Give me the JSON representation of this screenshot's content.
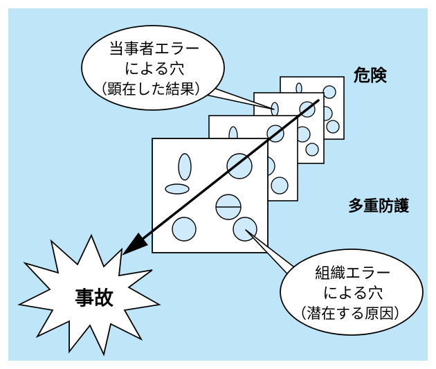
{
  "labels": {
    "danger": "危険",
    "defense": "多重防護",
    "accident": "事故"
  },
  "bubble_top": {
    "line1": "当事者エラー",
    "line2": "による穴",
    "line3": "（顕在した結果）"
  },
  "bubble_bottom": {
    "line1": "組織エラー",
    "line2": "による穴",
    "line3": "（潜在する原因）"
  },
  "colors": {
    "background": "#bfe6f8",
    "hole_fill": "#cfeafb",
    "border": "#000000",
    "plate_fill": "#ffffff"
  }
}
